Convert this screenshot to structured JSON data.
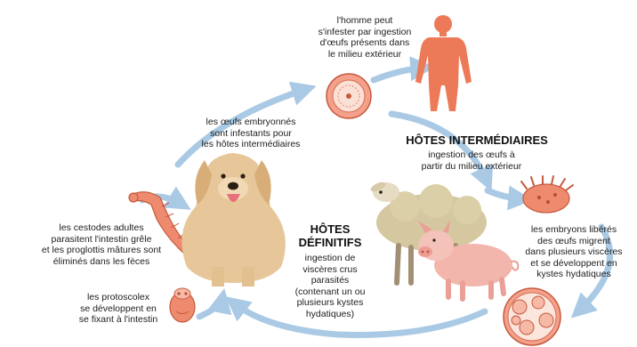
{
  "colors": {
    "arrow": "#a9c9e4",
    "organism_fill": "#ee8a6e",
    "organism_stroke": "#c65a3f",
    "human": "#ec7a58"
  },
  "labels": {
    "human_infection": [
      "l'homme peut",
      "s'infester par ingestion",
      "d'œufs présents dans",
      "le milieu extérieur"
    ],
    "eggs_infective": [
      "les œufs embryonnés",
      "sont infestants pour",
      "les hôtes intermédiaires"
    ],
    "intermediate_title": "HÔTES INTERMÉDIAIRES",
    "intermediate_ingestion": [
      "ingestion des œufs à",
      "partir du milieu extérieur"
    ],
    "embryos": [
      "les embryons libérés",
      "des œufs migrent",
      "dans plusieurs viscères",
      "et se développent en",
      "kystes hydatiques"
    ],
    "definitive_title": [
      "HÔTES",
      "DÉFINITIFS"
    ],
    "definitive_ingestion": [
      "ingestion de",
      "viscères crus",
      "parasités",
      "(contenant un ou",
      "plusieurs kystes",
      "hydatiques)"
    ],
    "adult_cestodes": [
      "les cestodes adultes",
      "parasitent l'intestin grêle",
      "et les proglottis mâtures sont",
      "éliminés dans les fèces"
    ],
    "protoscolex": [
      "les protoscolex",
      "se développent en",
      "se fixant à l'intestin"
    ]
  },
  "icons": {
    "human": "human-silhouette-icon",
    "egg": "egg-icon",
    "dog": "dog-image",
    "sheep": "sheep-image",
    "pig": "pig-image",
    "oncosphere": "oncosphere-icon",
    "hydatid_cyst": "hydatid-cyst-icon",
    "adult_worm": "adult-tapeworm-icon",
    "protoscolex": "protoscolex-icon"
  }
}
